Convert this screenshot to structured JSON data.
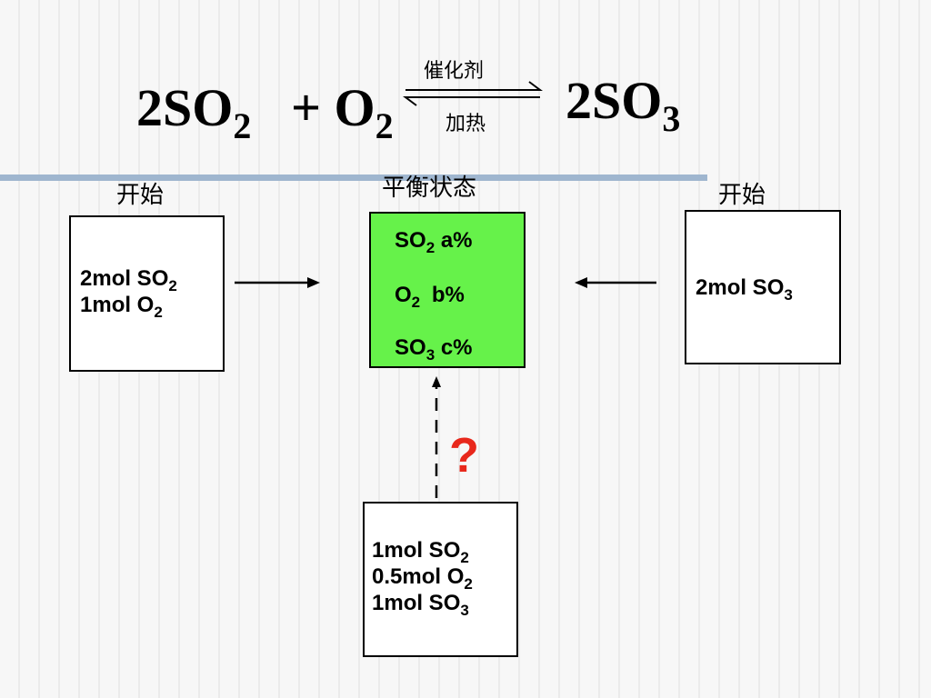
{
  "equation": {
    "reactant1": "2SO",
    "reactant1_sub": "2",
    "plus": "+ O",
    "reactant2_sub": "2",
    "product": "2SO",
    "product_sub": "3",
    "catalyst": "催化剂",
    "condition": "加热"
  },
  "headers": {
    "left_start": "开始",
    "equilibrium": "平衡状态",
    "right_start": "开始"
  },
  "left_box": {
    "line1": "2mol SO",
    "line1_sub": "2",
    "line2": "1mol O",
    "line2_sub": "2"
  },
  "equilibrium_box": {
    "row1_species": "SO",
    "row1_sub": "2",
    "row1_value": "a%",
    "row2_species": "O",
    "row2_sub": "2",
    "row2_value": "b%",
    "row3_species": "SO",
    "row3_sub": "3",
    "row3_value": "c%"
  },
  "right_box": {
    "line1": "2mol SO",
    "line1_sub": "3"
  },
  "bottom_box": {
    "line1": "1mol SO",
    "line1_sub": "2",
    "line2": "0.5mol O",
    "line2_sub": "2",
    "line3": "1mol SO",
    "line3_sub": "3"
  },
  "question_mark": "?",
  "colors": {
    "equilibrium_fill": "#66f24a",
    "question": "#e8281c",
    "divider": "#9fb6cf"
  }
}
